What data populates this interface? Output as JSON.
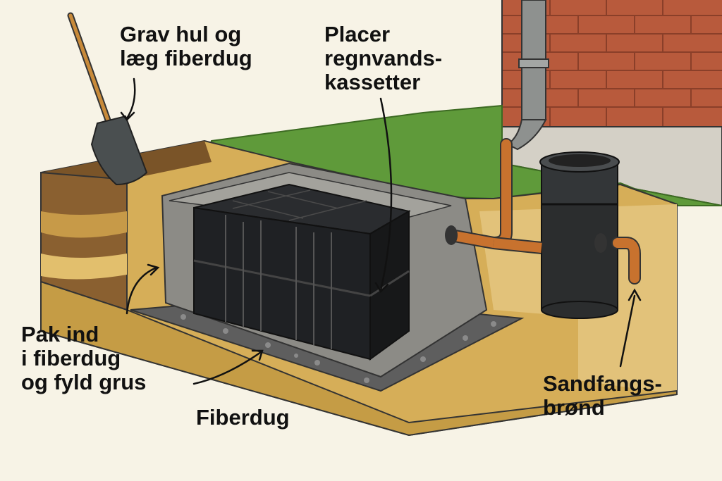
{
  "colors": {
    "background": "#f7f3e6",
    "soil_dark": "#7a5428",
    "soil_light": "#d6ae58",
    "grass": "#5f9a3a",
    "brick": "#b85a3c",
    "fabric": "#8c8b86",
    "crate": "#1f2124",
    "gravel": "#5e5e5e",
    "pipe": "#c8722e",
    "downpipe": "#8e918f",
    "well": "#2b2d2e"
  },
  "labels": {
    "dig": {
      "line1": "Grav hul og",
      "line2": "læg fiberdug"
    },
    "place": {
      "line1": "Placer",
      "line2": "regnvands-",
      "line3": "kassetter"
    },
    "wrap": {
      "line1": "Pak ind",
      "line2": "i fiberdug",
      "line3": "og fyld grus"
    },
    "fabric": {
      "line1": "Fiberdug"
    },
    "sandtrap": {
      "line1": "Sandfangs-",
      "line2": "brønd"
    }
  }
}
